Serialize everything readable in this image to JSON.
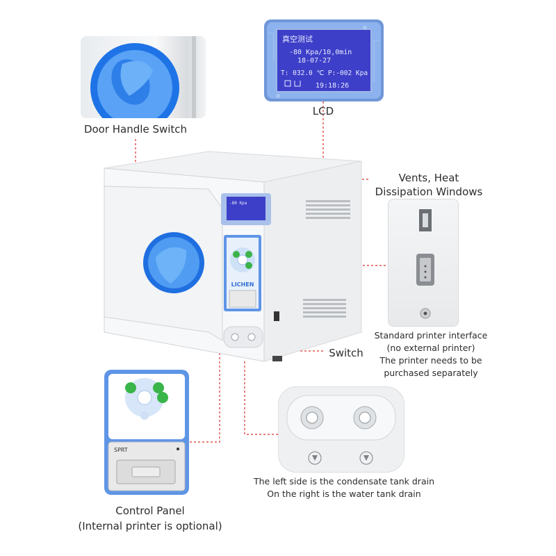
{
  "labels": {
    "door_handle": "Door Handle Switch",
    "lcd": "LCD",
    "vents_line1": "Vents, Heat",
    "vents_line2": "Dissipation Windows",
    "switch": "Switch",
    "printer_line1": "Standard printer interface",
    "printer_line2": "(no external printer)",
    "printer_line3": "The printer needs to be",
    "printer_line4": "purchased separately",
    "drain_line1": "The left side is the condensate tank drain",
    "drain_line2": "On the right is the water tank drain",
    "control_line1": "Control Panel",
    "control_line2": "(Internal printer is optional)"
  },
  "lcd_screen": {
    "line1": "真空测试",
    "line2": "-80 Kpa/10,0min",
    "line3": "18-07-27",
    "line4": "T: 032.0 ℃ P:-002 Kpa",
    "line5": "19:18:26"
  },
  "device": {
    "brand": "LICHEN",
    "printer_label": "SPRT"
  },
  "colors": {
    "accent_blue": "#1f6fe0",
    "leader_line": "#d9302c",
    "lcd_bg": "#3d3fc8"
  }
}
